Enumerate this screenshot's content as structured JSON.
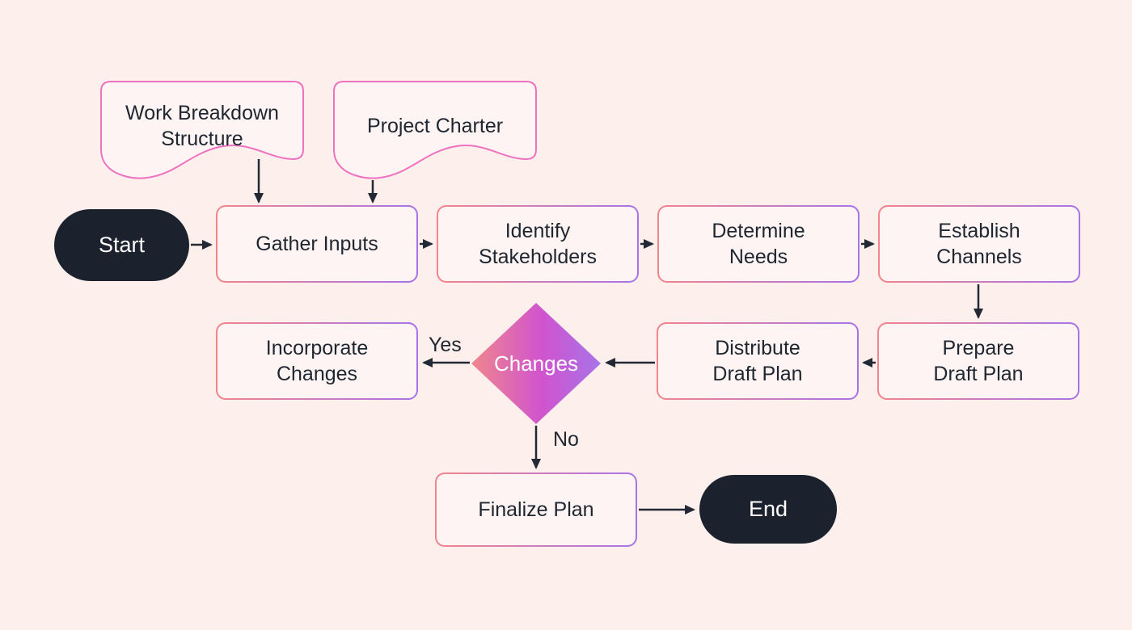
{
  "theme": {
    "canvas_bg": "#fcefec",
    "node_fill": "#fdf4f3",
    "node_border_start": "#f2848c",
    "node_border_end": "#a873e8",
    "document_border": "#ee72bf",
    "diamond_gradient_left": "#ef868c",
    "diamond_gradient_mid": "#d054cf",
    "diamond_gradient_right": "#a873e8",
    "terminal_fill": "#1c222d",
    "terminal_text": "#ffffff",
    "decision_text": "#ffffff",
    "text_color": "#1f2630",
    "arrow_color": "#222834"
  },
  "nodes": {
    "documents": [
      {
        "id": "work-breakdown-structure",
        "lines": [
          "Work Breakdown",
          "Structure"
        ]
      },
      {
        "id": "project-charter",
        "lines": [
          "Project Charter"
        ]
      }
    ],
    "start": {
      "label": "Start"
    },
    "end": {
      "label": "End"
    },
    "processes": [
      {
        "id": "gather-inputs",
        "lines": [
          "Gather Inputs"
        ]
      },
      {
        "id": "identify-stakeholders",
        "lines": [
          "Identify",
          "Stakeholders"
        ]
      },
      {
        "id": "determine-needs",
        "lines": [
          "Determine",
          "Needs"
        ]
      },
      {
        "id": "establish-channels",
        "lines": [
          "Establish",
          "Channels"
        ]
      },
      {
        "id": "prepare-draft-plan",
        "lines": [
          "Prepare",
          "Draft Plan"
        ]
      },
      {
        "id": "distribute-draft-plan",
        "lines": [
          "Distribute",
          "Draft Plan"
        ]
      },
      {
        "id": "incorporate-changes",
        "lines": [
          "Incorporate",
          "Changes"
        ]
      },
      {
        "id": "finalize-plan",
        "lines": [
          "Finalize Plan"
        ]
      }
    ],
    "decision": {
      "id": "changes",
      "label": "Changes"
    },
    "edge_labels": {
      "yes": "Yes",
      "no": "No"
    }
  }
}
